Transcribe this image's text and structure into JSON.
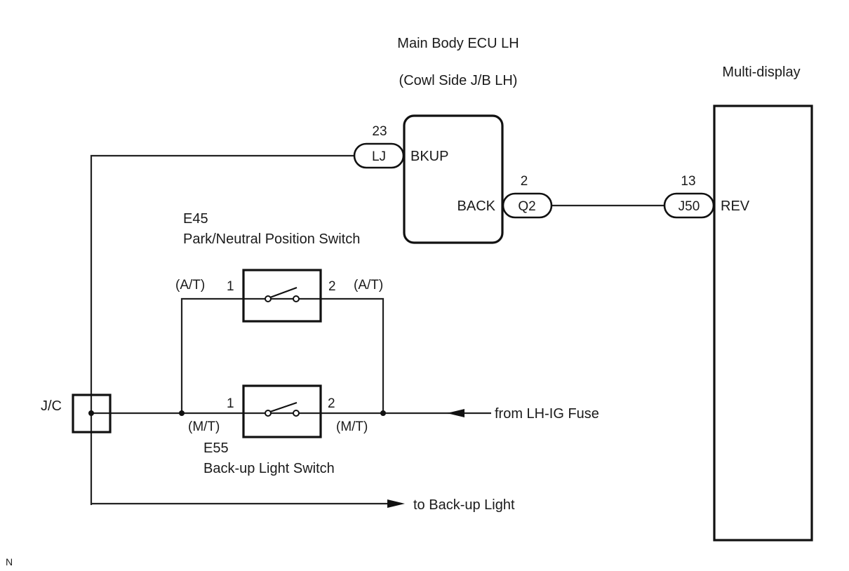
{
  "diagram": {
    "ecu": {
      "title": "Main Body ECU LH",
      "subtitle": "(Cowl Side J/B LH)",
      "pins": [
        {
          "name": "BKUP",
          "connector": "LJ",
          "pin": "23"
        },
        {
          "name": "BACK",
          "connector": "Q2",
          "pin": "2"
        }
      ]
    },
    "display": {
      "title": "Multi-display",
      "pin": {
        "name": "REV",
        "connector": "J50",
        "pin": "13"
      }
    },
    "pnp_switch": {
      "code": "E45",
      "name": "Park/Neutral Position Switch",
      "pin1": "1",
      "pin2": "2",
      "variant_left": "(A/T)",
      "variant_right": "(A/T)"
    },
    "backup_switch": {
      "code": "E55",
      "name": "Back-up Light Switch",
      "pin1": "1",
      "pin2": "2",
      "variant_left": "(M/T)",
      "variant_right": "(M/T)"
    },
    "junction": "J/C",
    "from_label": "from LH-IG Fuse",
    "to_label": "to Back-up Light",
    "corner_mark": "N"
  }
}
